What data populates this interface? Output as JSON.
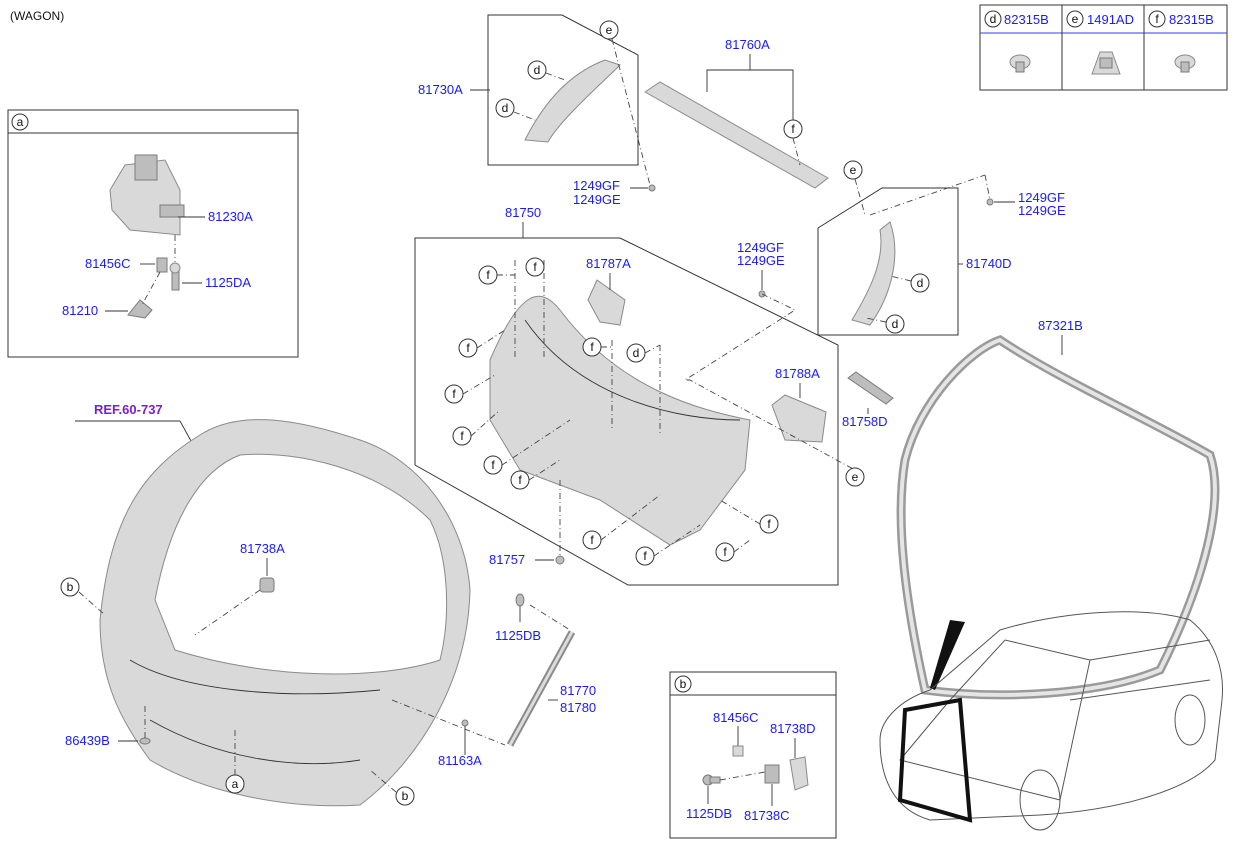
{
  "variant": "(WAGON)",
  "ref_label": "REF.60-737",
  "fastener_table": [
    {
      "letter": "d",
      "part": "82315B"
    },
    {
      "letter": "e",
      "part": "1491AD"
    },
    {
      "letter": "f",
      "part": "82315B"
    }
  ],
  "inset_a": {
    "letter": "a",
    "labels": [
      "81230A",
      "81456C",
      "1125DA",
      "81210"
    ]
  },
  "inset_b": {
    "letter": "b",
    "labels": [
      "81456C",
      "81738D",
      "1125DB",
      "81738C"
    ]
  },
  "parts": {
    "trim_side_upper": "81730A",
    "spoiler_trim": "81760A",
    "clip_1": "1249GF",
    "clip_1b": "1249GE",
    "clip_2": "1249GF",
    "clip_2b": "1249GE",
    "clip_3": "1249GF",
    "clip_3b": "1249GE",
    "trim_side_right": "81740D",
    "trim_panel": "81750",
    "trim_grip_left": "81787A",
    "trim_grip_right": "81788A",
    "trim_insert": "81758D",
    "weatherstrip": "87321B",
    "screw_81757": "81757",
    "bumper": "81738A",
    "bolt_1125DB": "1125DB",
    "lifter_1": "81770",
    "lifter_2": "81780",
    "bracket": "81163A",
    "plug": "86439B"
  },
  "callouts": {
    "d": "d",
    "e": "e",
    "f": "f",
    "a": "a",
    "b": "b"
  }
}
